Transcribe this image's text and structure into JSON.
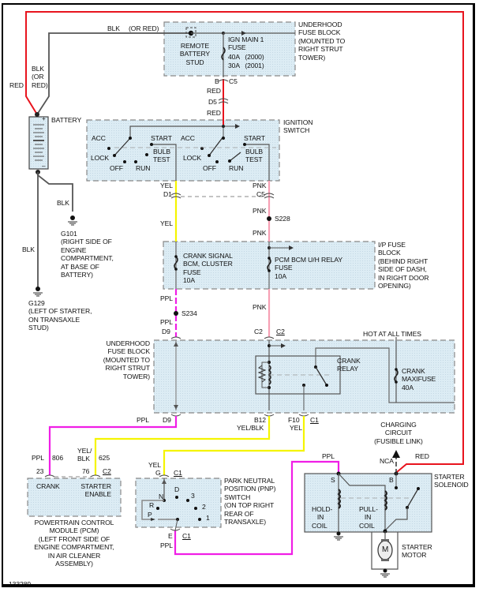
{
  "diagram": {
    "figure_id": "133289",
    "colors": {
      "red_wire": "#e8141e",
      "blk_wire": "#555555",
      "yel_wire": "#f5f500",
      "pnk_wire": "#f7a0b4",
      "ppl_wire": "#f01ee6",
      "component_fill": "#dcecf4",
      "dash_border": "#888888"
    },
    "wires": {
      "top_left": {
        "blk": "BLK",
        "or_red": "(OR RED)"
      },
      "battery_feed": {
        "red": "RED",
        "blk_or_red": "BLK\n(OR\nRED)"
      },
      "ground_g101_wire": "BLK",
      "ground_g129_wire": "BLK",
      "ign_feed_1": "RED",
      "ign_feed_2": "RED",
      "yel_top": "YEL",
      "pnk_top": "PNK",
      "yel_mid": "YEL",
      "pnk_mid_1": "PNK",
      "pnk_mid_2": "PNK",
      "ppl_1": "PPL",
      "ppl_2": "PPL",
      "pnk_low": "PNK",
      "ppl_d9_out": "PPL",
      "yel_blk_b12": "YEL/BLK",
      "yel_f10": "YEL",
      "pcm_ppl": "PPL",
      "pcm_806": "806",
      "pcm_yelblk": "YEL/\nBLK",
      "pcm_625": "625",
      "pnp_yel": "YEL",
      "pnp_ppl": "PPL",
      "solenoid_ppl": "PPL",
      "solenoid_red": "RED",
      "nca": "NCA"
    },
    "connectors": {
      "c5_top_pin": "B",
      "c5_top": "C5",
      "d5": "D5",
      "d1": "D1",
      "c5_mid": "C5",
      "s228": "S228",
      "s234": "S234",
      "d9_top": "D9",
      "c2_left": "C2",
      "c2_right": "C2",
      "d9_bottom": "D9",
      "b12": "B12",
      "f10": "F10",
      "c1_fuse": "C1",
      "pcm_pin_23": "23",
      "pcm_pin_76": "76",
      "pcm_c2": "C2",
      "pnp_g": "G",
      "pnp_c1_top": "C1",
      "pnp_e": "E",
      "pnp_c1_bottom": "C1"
    },
    "components": {
      "underhood_fuse_top": {
        "title": "UNDERHOOD\nFUSE BLOCK\n(MOUNTED TO\nRIGHT STRUT\nTOWER)",
        "stud": "REMOTE\nBATTERY\nSTUD",
        "fuse": "IGN MAIN 1\nFUSE",
        "rating_2000": "40A   (2000)",
        "rating_2001": "30A   (2001)"
      },
      "battery": {
        "title": "BATTERY",
        "plus": "+",
        "minus": "–"
      },
      "ignition_switch": {
        "title": "IGNITION\nSWITCH",
        "left": {
          "acc": "ACC",
          "start": "START",
          "lock": "LOCK",
          "bulb_test": "BULB\nTEST",
          "off": "OFF",
          "run": "RUN"
        },
        "right": {
          "acc": "ACC",
          "start": "START",
          "lock": "LOCK",
          "bulb_test": "BULB\nTEST",
          "off": "OFF",
          "run": "RUN"
        }
      },
      "ground_g101": {
        "title": "G101\n(RIGHT SIDE OF\nENGINE\nCOMPARTMENT,\nAT BASE OF\nBATTERY)"
      },
      "ground_g129": {
        "title": "G129\n(LEFT OF STARTER,\nON TRANSAXLE\nSTUD)"
      },
      "ip_fuse_block": {
        "title": "I/P FUSE\nBLOCK\n(BEHIND RIGHT\nSIDE OF DASH,\nIN RIGHT DOOR\nOPENING)",
        "crank_fuse": "CRANK SIGNAL\nBCM, CLUSTER\nFUSE\n10A",
        "pcm_fuse": "PCM BCM U/H RELAY\nFUSE\n10A"
      },
      "underhood_fuse_mid": {
        "title": "UNDERHOOD\nFUSE BLOCK\n(MOUNTED TO\nRIGHT STRUT\nTOWER)",
        "hot": "HOT AT ALL TIMES",
        "relay": "CRANK\nRELAY",
        "maxifuse": "CRANK\nMAXIFUSE\n40A"
      },
      "pcm": {
        "crank": "CRANK",
        "starter_enable": "STARTER\nENABLE",
        "title": "POWERTRAIN CONTROL\nMODULE (PCM)\n(LEFT FRONT SIDE OF\nENGINE COMPARTMENT,\nIN AIR CLEANER\nASSEMBLY)"
      },
      "pnp_switch": {
        "title": "PARK NEUTRAL\nPOSITION (PNP)\nSWITCH\n(ON TOP RIGHT\nREAR OF\nTRANSAXLE)",
        "positions": {
          "n": "N",
          "d": "D",
          "three": "3",
          "r": "R",
          "two": "2",
          "p": "P",
          "one": "1"
        }
      },
      "charging": {
        "title": "CHARGING\nCIRCUIT\n(FUSIBLE LINK)"
      },
      "starter_solenoid": {
        "title": "STARTER\nSOLENOID",
        "s": "S",
        "b": "B",
        "hold_in": "HOLD-\n   IN\nCOIL",
        "pull_in": "PULL-\n   IN\nCOIL"
      },
      "starter_motor": {
        "title": "STARTER\nMOTOR",
        "m": "M"
      }
    }
  }
}
